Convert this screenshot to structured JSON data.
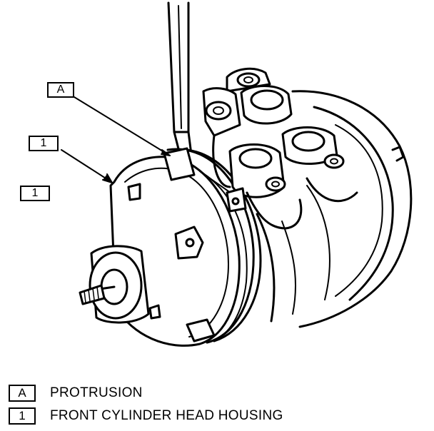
{
  "callouts": [
    {
      "id": "A"
    },
    {
      "id": "1"
    },
    {
      "id": "1"
    }
  ],
  "legend": [
    {
      "key": "A",
      "text": "PROTRUSION"
    },
    {
      "key": "1",
      "text": "FRONT CYLINDER HEAD HOUSING"
    }
  ]
}
